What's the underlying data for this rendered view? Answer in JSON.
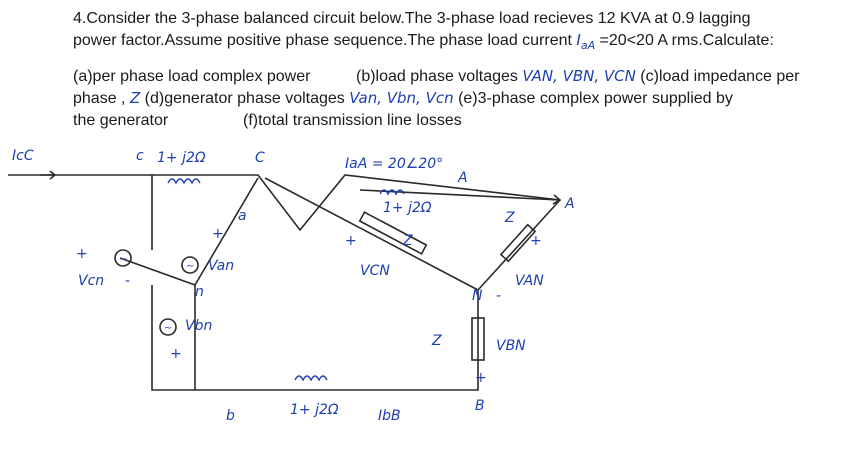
{
  "question": {
    "line1": "4.Consider the 3-phase balanced circuit below.The 3-phase  load recieves 12 KVA at 0.9 lagging",
    "line2_pre": "power factor.Assume positive phase sequence.The phase load current ",
    "line2_hw": "I",
    "line2_sub": "aA",
    "line2_post": " =20<20 A rms.Calculate:",
    "line3a": "(a)per phase load complex power",
    "line3b": "(b)load phase voltages ",
    "line3b_hw": "VAN, VBN, VCN",
    "line3c": " (c)load impedance per",
    "line4a": "phase , ",
    "line4a_hw": "Z",
    "line4b": "  (d)generator phase voltages ",
    "line4b_hw": "Van, Vbn, Vcn",
    "line4c": "  (e)3-phase complex power supplied by",
    "line5a": "the generator",
    "line5b": "(f)total transmission line losses"
  },
  "circuit": {
    "labels": {
      "i_c": "IcC",
      "c_small": "c",
      "line_imp_c": "1+ j2Ω",
      "node_C": "C",
      "current_aA": "IaA = 20∠20°",
      "node_A_small": "A",
      "line_imp_a": "1+ j2Ω",
      "node_a": "a",
      "v_cn": "Vcn",
      "v_an": "Van",
      "n_gen": "n",
      "v_bn": "Vbn",
      "load_vcn": "VCN",
      "load_z_mid": "Z",
      "load_z_right": "Z",
      "load_van": "VAN",
      "node_A_big": "A",
      "node_N": "N",
      "load_z_bottom": "Z",
      "load_vbn": "VBN",
      "node_b": "b",
      "line_imp_b": "1+ j2Ω",
      "current_bB": "IbB",
      "node_B": "B",
      "plus": "+",
      "minus": "-"
    }
  }
}
